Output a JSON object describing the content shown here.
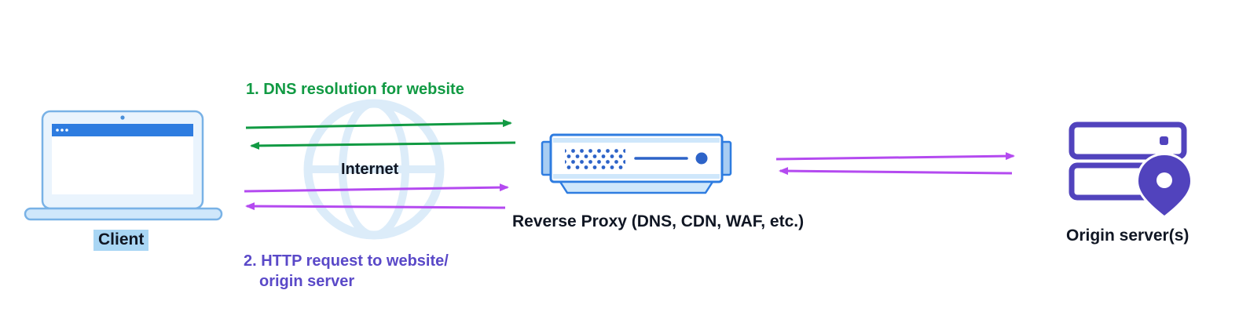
{
  "nodes": {
    "client": {
      "label": "Client",
      "icon": "laptop-icon"
    },
    "internet": {
      "label": "Internet",
      "icon": "globe-icon"
    },
    "reverse_proxy": {
      "label": "Reverse Proxy (DNS, CDN, WAF, etc.)",
      "icon": "network-appliance-icon"
    },
    "origin": {
      "label": "Origin server(s)",
      "icon": "server-stack-with-location-pin-icon"
    }
  },
  "annotations": {
    "step1": "1. DNS resolution for website",
    "step2_line1": "2. HTTP request to website/",
    "step2_line2": "origin server"
  },
  "flows": [
    {
      "id": "dns-request-arrow",
      "from": "client",
      "to": "reverse_proxy",
      "color": "green"
    },
    {
      "id": "dns-response-arrow",
      "from": "reverse_proxy",
      "to": "client",
      "color": "green"
    },
    {
      "id": "http-request-arrow",
      "from": "client",
      "to": "reverse_proxy",
      "color": "purple"
    },
    {
      "id": "http-response-arrow",
      "from": "reverse_proxy",
      "to": "client",
      "color": "purple"
    },
    {
      "id": "proxy-to-origin-arrow",
      "from": "reverse_proxy",
      "to": "origin",
      "color": "purple"
    },
    {
      "id": "origin-to-proxy-arrow",
      "from": "origin",
      "to": "reverse_proxy",
      "color": "purple"
    }
  ],
  "colors": {
    "green": "#119a43",
    "purple": "#b44af0",
    "purple_text": "#5a49c8",
    "blue": "#2e7ce0",
    "mid_blue": "#2d63c8",
    "light_blue": "#cfe7fb",
    "pale_blue": "#eaf4fd",
    "globe_blue": "#dcecf9",
    "origin_purple": "#5143bd",
    "text_dark": "#101623",
    "client_highlight": "#a9d6f4",
    "background": "#ffffff"
  }
}
